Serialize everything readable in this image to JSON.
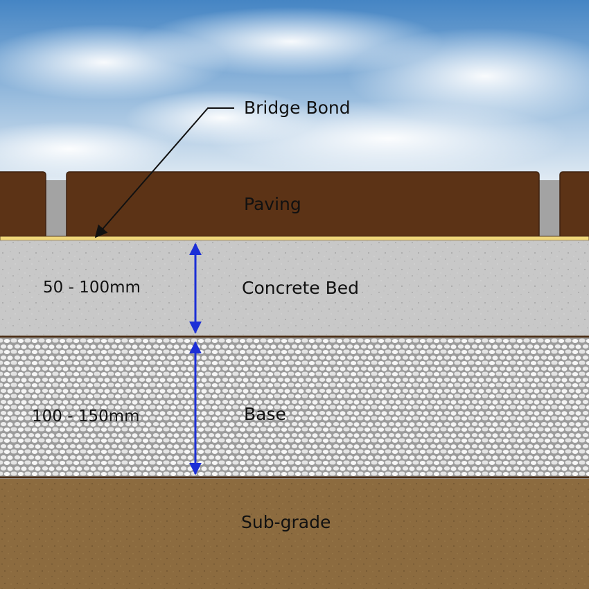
{
  "callout": {
    "label": "Bridge Bond"
  },
  "layers": {
    "paving": {
      "label": "Paving"
    },
    "concrete_bed": {
      "label": "Concrete Bed",
      "thickness": "50 - 100mm"
    },
    "base": {
      "label": "Base",
      "thickness": "100 - 150mm"
    },
    "subgrade": {
      "label": "Sub-grade"
    }
  },
  "colors": {
    "sky_top": "#3f7fc0",
    "sky_bottom": "#e9f0f6",
    "paving": "#5c3316",
    "bridge_bond": "#f0d77a",
    "joint": "#a3a3a3",
    "concrete": "#c9c9c9",
    "base": "#d3d3d3",
    "subgrade": "#8a6a3e",
    "dimension_arrow": "#1c2fd6"
  }
}
